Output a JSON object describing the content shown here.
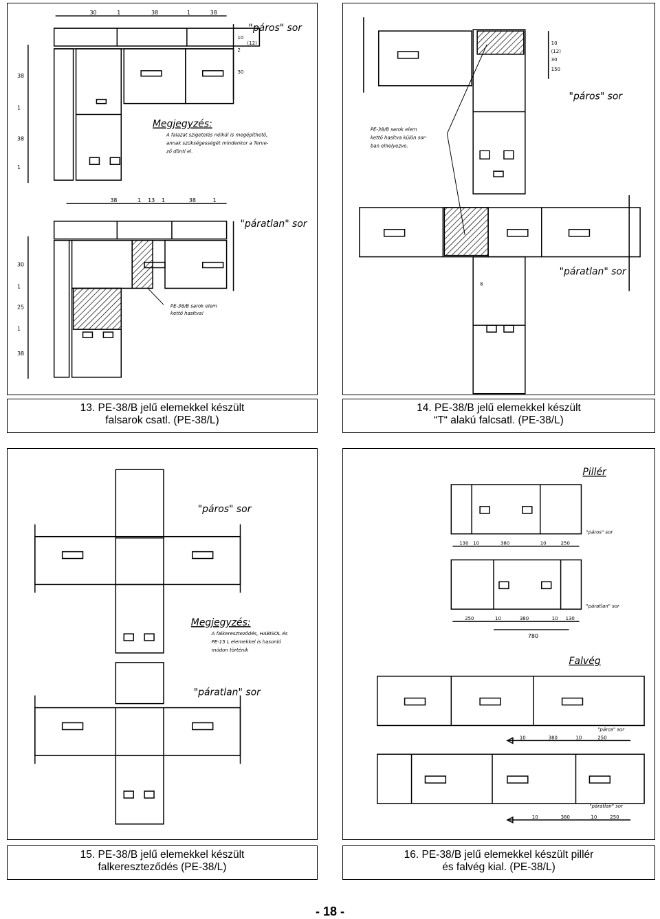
{
  "figures": [
    {
      "caption_line1": "13. PE-38/B jelű elemekkel készült",
      "caption_line2": "falsarok csatl. (PE-38/L)",
      "labels": {
        "row_even": "\"páros\" sor",
        "row_odd": "\"páratlan\" sor",
        "note_title": "Megjegyzés:",
        "note_line1": "A falazat szigetelés nélkül is megépíthető,",
        "note_line2": "annak szükségességét mindenkor a Terve-",
        "note_line3": "ző dönti el.",
        "callout_line1": "PE-38/B sarok elem",
        "callout_line2": "kettő hasítva!",
        "dim_top": [
          "30",
          "1",
          "38",
          "1",
          "38"
        ],
        "dim_top_odd": [
          "38",
          "1",
          "13",
          "1",
          "38",
          "1"
        ],
        "dim_side": [
          "38",
          "1",
          "38",
          "1"
        ],
        "dim_side_odd": [
          "30",
          "1",
          "25",
          "1",
          "38"
        ],
        "dim_small": [
          "10",
          "(12)",
          "2",
          "30"
        ]
      }
    },
    {
      "caption_line1": "14. PE-38/B jelű elemekkel készült",
      "caption_line2": "“T“ alakú falcsatl. (PE-38/L)",
      "labels": {
        "row_even": "\"páros\" sor",
        "row_odd": "\"páratlan\" sor",
        "callout_line1": "PE-38/B sarok elem",
        "callout_line2": "kettő hasítva külön sor-",
        "callout_line3": "ban elhelyezve.",
        "dim_small": [
          "10",
          "(12)",
          "30",
          "150",
          "8"
        ]
      }
    },
    {
      "caption_line1": "15. PE-38/B jelű elemekkel készült",
      "caption_line2": "falkereszteződés (PE-38/L)",
      "labels": {
        "row_even": "\"páros\" sor",
        "row_odd": "\"páratlan\" sor",
        "note_title": "Megjegyzés:",
        "note_line1": "A falkereszteződés, HABISOL és",
        "note_line2": "PE-15 L elemekkel is hasonló",
        "note_line3": "módon történik"
      }
    },
    {
      "caption_line1": "16. PE-38/B jelű elemekkel készült pillér",
      "caption_line2": "és falvég kial. (PE-38/L)",
      "labels": {
        "pillar": "Pillér",
        "wall_end": "Falvég",
        "row_even": "\"páros\" sor",
        "row_odd": "\"páratlan\" sor",
        "dims_pillar_even": [
          "130",
          "10",
          "380",
          "10",
          "250"
        ],
        "dims_pillar_odd": [
          "250",
          "10",
          "380",
          "10",
          "130"
        ],
        "dim_total": "780",
        "dims_end_even": [
          "10",
          "380",
          "10",
          "250"
        ],
        "dims_end_odd": [
          "10",
          "380",
          "10",
          "250"
        ]
      }
    }
  ],
  "page_number": "- 18 -"
}
